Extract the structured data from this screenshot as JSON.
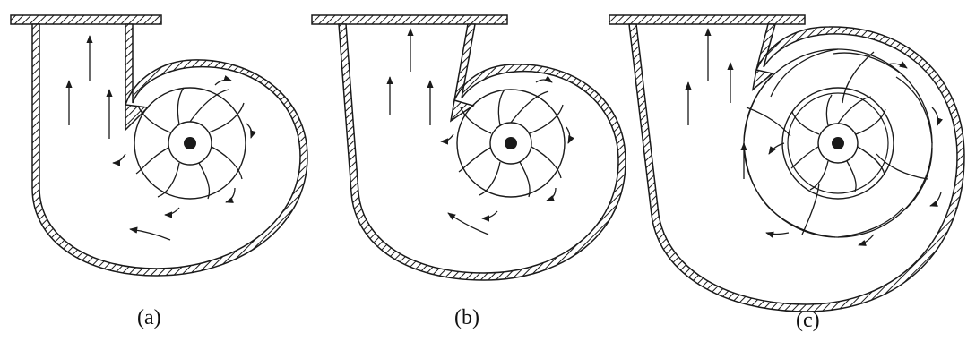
{
  "figure": {
    "ink_color": "#1a1a1a",
    "background": "#ffffff",
    "panels": [
      {
        "id": "a",
        "label": "(a)",
        "description_icon": "single-impeller-volute-casing"
      },
      {
        "id": "b",
        "label": "(b)",
        "description_icon": "single-impeller-tapered-volute-casing"
      },
      {
        "id": "c",
        "label": "(c)",
        "description_icon": "impeller-with-diffuser-vanes-volute-casing"
      }
    ]
  }
}
